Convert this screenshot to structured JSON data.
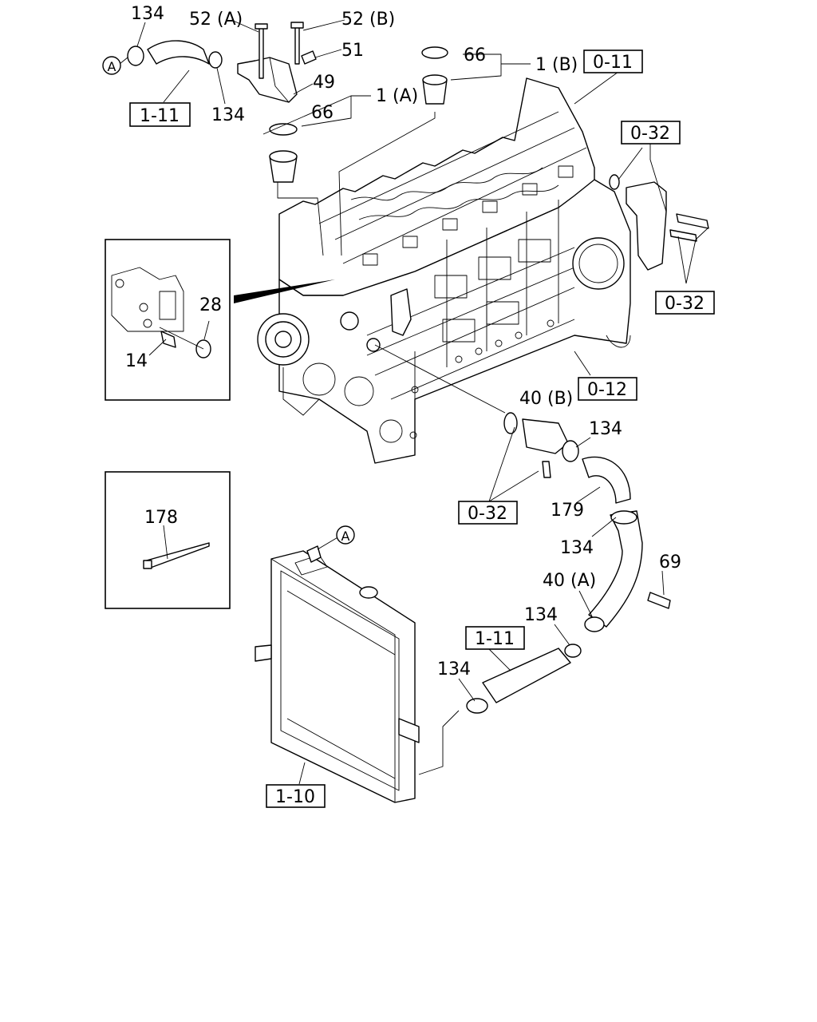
{
  "callouts": {
    "c134_top": "134",
    "c52a": "52 (A)",
    "c52b": "52 (B)",
    "c51": "51",
    "c49": "49",
    "c134_mid": "134",
    "c66_a": "66",
    "c66_b": "66",
    "c1a": "1 (A)",
    "c1b": "1 (B)",
    "c28": "28",
    "c14": "14",
    "c40b": "40 (B)",
    "c134_r": "134",
    "c179": "179",
    "c134_r2": "134",
    "c69": "69",
    "c40a": "40 (A)",
    "c134_b1": "134",
    "c134_b2": "134",
    "c178": "178"
  },
  "refs": {
    "r111_top": "1-11",
    "r011": "0-11",
    "r032_a": "0-32",
    "r032_b": "0-32",
    "r012": "0-12",
    "r032_c": "0-32",
    "r111_bot": "1-11",
    "r110": "1-10"
  },
  "markers": {
    "a_top": "A",
    "a_bot": "A"
  }
}
